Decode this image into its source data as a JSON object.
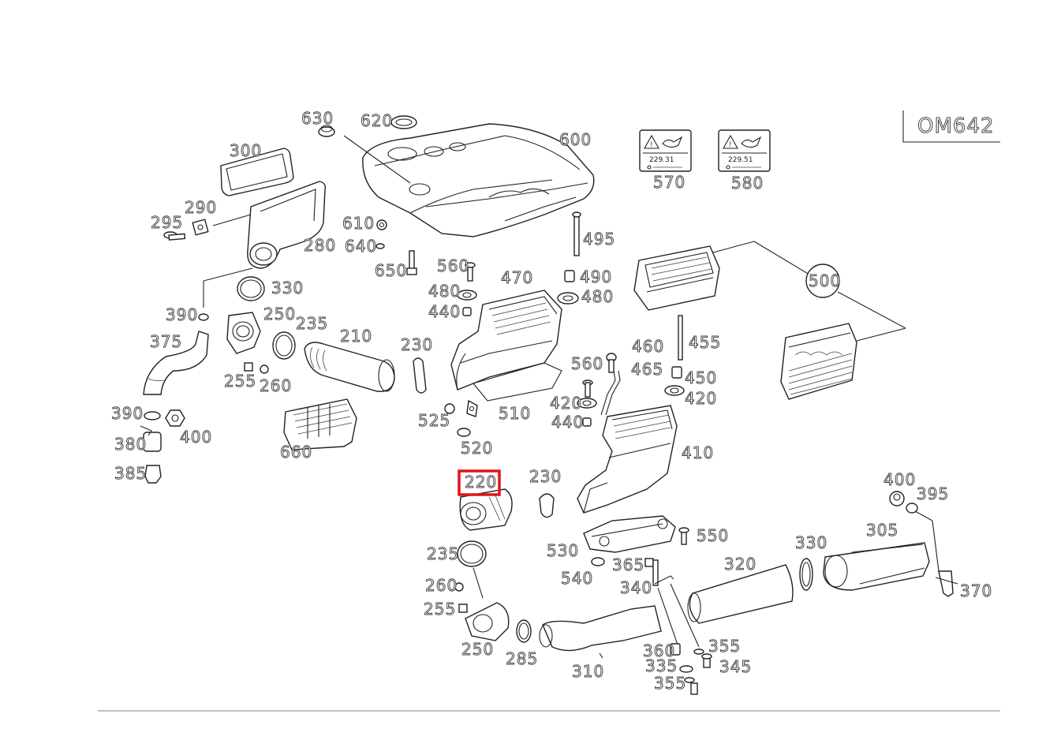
{
  "diagram": {
    "model_code": "OM642",
    "highlighted_part": "220",
    "highlight_color": "#e0141e",
    "warning_labels": [
      {
        "code": "229.31"
      },
      {
        "code": "229.51"
      }
    ],
    "callouts": [
      {
        "id": "630",
        "text": "630"
      },
      {
        "id": "620",
        "text": "620"
      },
      {
        "id": "600",
        "text": "600"
      },
      {
        "id": "570",
        "text": "570"
      },
      {
        "id": "580",
        "text": "580"
      },
      {
        "id": "300",
        "text": "300"
      },
      {
        "id": "290",
        "text": "290"
      },
      {
        "id": "295",
        "text": "295"
      },
      {
        "id": "280",
        "text": "280"
      },
      {
        "id": "610",
        "text": "610"
      },
      {
        "id": "640",
        "text": "640"
      },
      {
        "id": "650",
        "text": "650"
      },
      {
        "id": "495",
        "text": "495"
      },
      {
        "id": "560a",
        "text": "560"
      },
      {
        "id": "480a",
        "text": "480"
      },
      {
        "id": "440a",
        "text": "440"
      },
      {
        "id": "470",
        "text": "470"
      },
      {
        "id": "490",
        "text": "490"
      },
      {
        "id": "480b",
        "text": "480"
      },
      {
        "id": "500",
        "text": "500"
      },
      {
        "id": "330a",
        "text": "330"
      },
      {
        "id": "390a",
        "text": "390"
      },
      {
        "id": "250a",
        "text": "250"
      },
      {
        "id": "235a",
        "text": "235"
      },
      {
        "id": "210",
        "text": "210"
      },
      {
        "id": "230a",
        "text": "230"
      },
      {
        "id": "375",
        "text": "375"
      },
      {
        "id": "460",
        "text": "460"
      },
      {
        "id": "455",
        "text": "455"
      },
      {
        "id": "560b",
        "text": "560"
      },
      {
        "id": "465",
        "text": "465"
      },
      {
        "id": "450",
        "text": "450"
      },
      {
        "id": "255a",
        "text": "255"
      },
      {
        "id": "260a",
        "text": "260"
      },
      {
        "id": "420a",
        "text": "420"
      },
      {
        "id": "420b",
        "text": "420"
      },
      {
        "id": "510",
        "text": "510"
      },
      {
        "id": "390b",
        "text": "390"
      },
      {
        "id": "525",
        "text": "525"
      },
      {
        "id": "440b",
        "text": "440"
      },
      {
        "id": "400a",
        "text": "400"
      },
      {
        "id": "380",
        "text": "380"
      },
      {
        "id": "660",
        "text": "660"
      },
      {
        "id": "520",
        "text": "520"
      },
      {
        "id": "410",
        "text": "410"
      },
      {
        "id": "385",
        "text": "385"
      },
      {
        "id": "220",
        "text": "220"
      },
      {
        "id": "230b",
        "text": "230"
      },
      {
        "id": "400b",
        "text": "400"
      },
      {
        "id": "395",
        "text": "395"
      },
      {
        "id": "305",
        "text": "305"
      },
      {
        "id": "550",
        "text": "550"
      },
      {
        "id": "330b",
        "text": "330"
      },
      {
        "id": "530",
        "text": "530"
      },
      {
        "id": "235b",
        "text": "235"
      },
      {
        "id": "365",
        "text": "365"
      },
      {
        "id": "320",
        "text": "320"
      },
      {
        "id": "540",
        "text": "540"
      },
      {
        "id": "260b",
        "text": "260"
      },
      {
        "id": "340",
        "text": "340"
      },
      {
        "id": "370",
        "text": "370"
      },
      {
        "id": "255b",
        "text": "255"
      },
      {
        "id": "355a",
        "text": "355"
      },
      {
        "id": "250b",
        "text": "250"
      },
      {
        "id": "360",
        "text": "360"
      },
      {
        "id": "285",
        "text": "285"
      },
      {
        "id": "335",
        "text": "335"
      },
      {
        "id": "345",
        "text": "345"
      },
      {
        "id": "310",
        "text": "310"
      },
      {
        "id": "355b",
        "text": "355"
      }
    ]
  }
}
